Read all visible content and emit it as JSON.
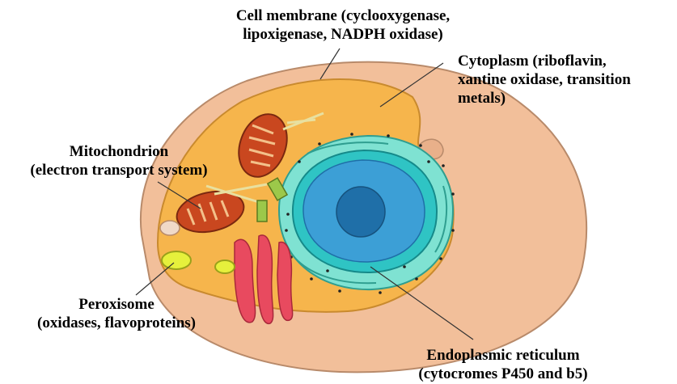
{
  "labels": {
    "cell_membrane": [
      "Cell membrane (cyclooxygenase,",
      "lipoxigenase, NADPH oxidase)"
    ],
    "cytoplasm": [
      "Cytoplasm (riboflavin,",
      "xantine oxidase, transition",
      "metals)"
    ],
    "mitochondrion": [
      "Mitochondrion",
      "(electron transport system)"
    ],
    "peroxisome": [
      "Peroxisome",
      "(oxidases, flavoproteins)"
    ],
    "endoplasmic_reticulum": [
      "Endoplasmic reticulum",
      "(cytocromes P450 and b5)"
    ]
  },
  "colors": {
    "cell_outer": "#f2bf9a",
    "cytoplasm": "#f6b54c",
    "nucleus_outer": "#2fc4c4",
    "nucleus": "#3c9fd6",
    "nucleolus": "#1f6fa8",
    "er": "#7fe2d2",
    "golgi": "#e84a5f",
    "mitochondrion": "#c9471f",
    "peroxisome": "#e6f03c"
  }
}
